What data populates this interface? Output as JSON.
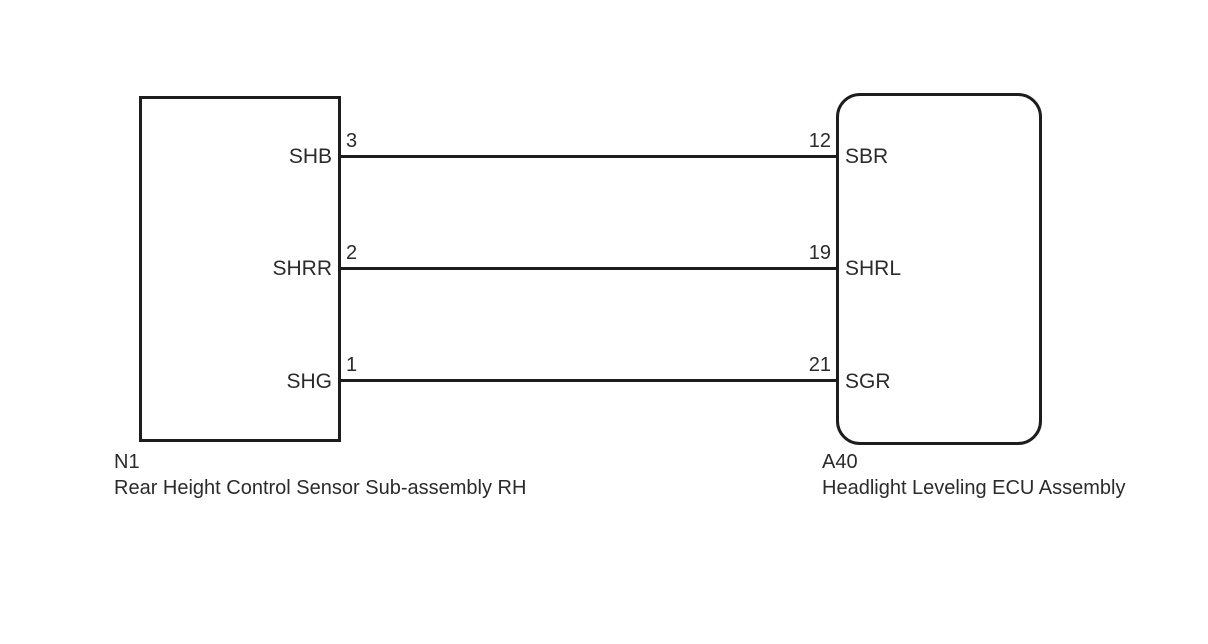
{
  "diagram": {
    "components": {
      "left": {
        "code": "N1",
        "name": "Rear Height Control Sensor Sub-assembly RH",
        "shape": "rectangle",
        "pins": [
          {
            "num": "3",
            "label": "SHB"
          },
          {
            "num": "2",
            "label": "SHRR"
          },
          {
            "num": "1",
            "label": "SHG"
          }
        ]
      },
      "right": {
        "code": "A40",
        "name": "Headlight Leveling ECU Assembly",
        "shape": "rounded-rectangle",
        "pins": [
          {
            "num": "12",
            "label": "SBR"
          },
          {
            "num": "19",
            "label": "SHRL"
          },
          {
            "num": "21",
            "label": "SGR"
          }
        ]
      }
    },
    "connections": [
      {
        "from_component": "N1",
        "from_pin": "3",
        "from_label": "SHB",
        "to_component": "A40",
        "to_pin": "12",
        "to_label": "SBR"
      },
      {
        "from_component": "N1",
        "from_pin": "2",
        "from_label": "SHRR",
        "to_component": "A40",
        "to_pin": "19",
        "to_label": "SHRL"
      },
      {
        "from_component": "N1",
        "from_pin": "1",
        "from_label": "SHG",
        "to_component": "A40",
        "to_pin": "21",
        "to_label": "SGR"
      }
    ],
    "colors": {
      "line": "#1d1d1d",
      "text": "#2b2b2b",
      "background": "#ffffff"
    }
  }
}
